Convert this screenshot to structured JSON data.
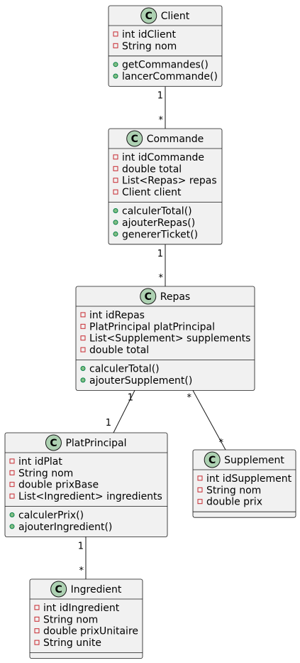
{
  "classes": [
    {
      "id": "client",
      "name": "Client",
      "badge": "C",
      "attributes": [
        {
          "visibility": "private",
          "text": "int idClient"
        },
        {
          "visibility": "private",
          "text": "String nom"
        }
      ],
      "methods": [
        {
          "visibility": "public",
          "text": "getCommandes()"
        },
        {
          "visibility": "public",
          "text": "lancerCommande()"
        }
      ]
    },
    {
      "id": "commande",
      "name": "Commande",
      "badge": "C",
      "attributes": [
        {
          "visibility": "private",
          "text": "int idCommande"
        },
        {
          "visibility": "private",
          "text": "double total"
        },
        {
          "visibility": "private",
          "text": "List<Repas> repas"
        },
        {
          "visibility": "private",
          "text": "Client client"
        }
      ],
      "methods": [
        {
          "visibility": "public",
          "text": "calculerTotal()"
        },
        {
          "visibility": "public",
          "text": "ajouterRepas()"
        },
        {
          "visibility": "public",
          "text": "genererTicket()"
        }
      ]
    },
    {
      "id": "repas",
      "name": "Repas",
      "badge": "C",
      "attributes": [
        {
          "visibility": "private",
          "text": "int idRepas"
        },
        {
          "visibility": "private",
          "text": "PlatPrincipal platPrincipal"
        },
        {
          "visibility": "private",
          "text": "List<Supplement> supplements"
        },
        {
          "visibility": "private",
          "text": "double total"
        }
      ],
      "methods": [
        {
          "visibility": "public",
          "text": "calculerTotal()"
        },
        {
          "visibility": "public",
          "text": "ajouterSupplement()"
        }
      ]
    },
    {
      "id": "platprincipal",
      "name": "PlatPrincipal",
      "badge": "C",
      "attributes": [
        {
          "visibility": "private",
          "text": "int idPlat"
        },
        {
          "visibility": "private",
          "text": "String nom"
        },
        {
          "visibility": "private",
          "text": "double prixBase"
        },
        {
          "visibility": "private",
          "text": "List<Ingredient> ingredients"
        }
      ],
      "methods": [
        {
          "visibility": "public",
          "text": "calculerPrix()"
        },
        {
          "visibility": "public",
          "text": "ajouterIngredient()"
        }
      ]
    },
    {
      "id": "supplement",
      "name": "Supplement",
      "badge": "C",
      "attributes": [
        {
          "visibility": "private",
          "text": "int idSupplement"
        },
        {
          "visibility": "private",
          "text": "String nom"
        },
        {
          "visibility": "private",
          "text": "double prix"
        }
      ],
      "methods": []
    },
    {
      "id": "ingredient",
      "name": "Ingredient",
      "badge": "C",
      "attributes": [
        {
          "visibility": "private",
          "text": "int idIngredient"
        },
        {
          "visibility": "private",
          "text": "String nom"
        },
        {
          "visibility": "private",
          "text": "double prixUnitaire"
        },
        {
          "visibility": "private",
          "text": "String unite"
        }
      ],
      "methods": []
    }
  ],
  "associations": [
    {
      "from": "client",
      "to": "commande",
      "from_mult": "1",
      "to_mult": "*"
    },
    {
      "from": "commande",
      "to": "repas",
      "from_mult": "1",
      "to_mult": "*"
    },
    {
      "from": "repas",
      "to": "platprincipal",
      "from_mult": "1",
      "to_mult": "1"
    },
    {
      "from": "repas",
      "to": "supplement",
      "from_mult": "*",
      "to_mult": "*"
    },
    {
      "from": "platprincipal",
      "to": "ingredient",
      "from_mult": "1",
      "to_mult": "*"
    }
  ],
  "colors": {
    "box_fill": "#f1f1f1",
    "border": "#181818",
    "badge_fill": "#add1b2",
    "private_marker": "#c82930",
    "public_marker_fill": "#84be84",
    "public_marker_stroke": "#038048"
  }
}
